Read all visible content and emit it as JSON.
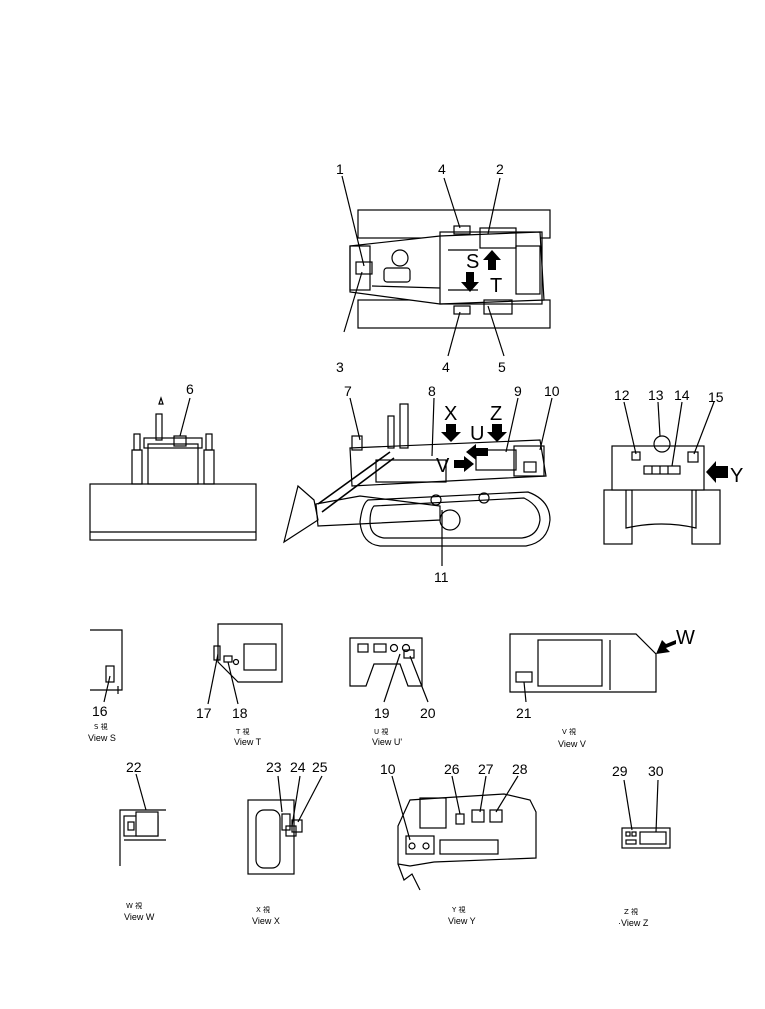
{
  "callouts": {
    "c1": "1",
    "c2": "2",
    "c3": "3",
    "c4a": "4",
    "c4b": "4",
    "c5": "5",
    "c6": "6",
    "c7": "7",
    "c8": "8",
    "c9": "9",
    "c10a": "10",
    "c10b": "10",
    "c11": "11",
    "c12": "12",
    "c13": "13",
    "c14": "14",
    "c15": "15",
    "c16": "16",
    "c17": "17",
    "c18": "18",
    "c19": "19",
    "c20": "20",
    "c21": "21",
    "c22": "22",
    "c23": "23",
    "c24": "24",
    "c25": "25",
    "c26": "26",
    "c27": "27",
    "c28": "28",
    "c29": "29",
    "c30": "30"
  },
  "view_letters": {
    "s": "S",
    "t": "T",
    "x": "X",
    "u": "U",
    "z": "Z",
    "v": "V",
    "y": "Y",
    "w": "W"
  },
  "view_captions": {
    "s": {
      "jp": "S  視",
      "en": "View  S"
    },
    "t": {
      "jp": "T  視",
      "en": "View  T"
    },
    "u": {
      "jp": "U  視",
      "en": "View  U'"
    },
    "v": {
      "jp": "V  視",
      "en": "View  V"
    },
    "w": {
      "jp": "W  視",
      "en": "View  W"
    },
    "x": {
      "jp": "X  視",
      "en": "View  X"
    },
    "y": {
      "jp": "Y  視",
      "en": "View  Y"
    },
    "z": {
      "jp": "Z  視",
      "en": "·View  Z"
    }
  }
}
